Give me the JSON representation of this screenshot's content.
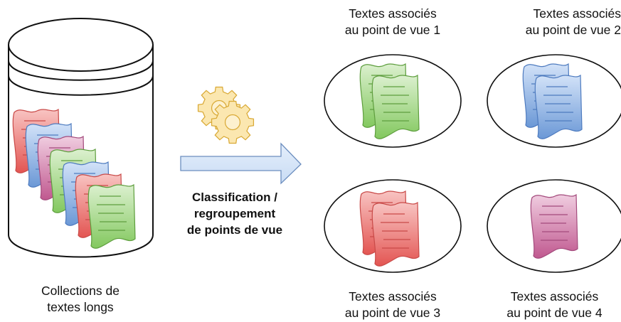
{
  "source": {
    "label_line1": "Collections de",
    "label_line2": "textes longs"
  },
  "process": {
    "line1": "Classification /",
    "line2": "regroupement",
    "line3": "de points de vue",
    "icon": "gears-icon"
  },
  "groups": [
    {
      "line1": "Textes associés",
      "line2": "au point de vue 1",
      "color": "green"
    },
    {
      "line1": "Textes associés",
      "line2": "au point de vue 2",
      "color": "blue"
    },
    {
      "line1": "Textes associés",
      "line2": "au point de vue 3",
      "color": "red"
    },
    {
      "line1": "Textes associés",
      "line2": "au point de vue 4",
      "color": "purple"
    }
  ],
  "colors": {
    "red": "#e8605d",
    "blue": "#6d9bd6",
    "purple": "#c36a9b",
    "green": "#8fcf6d",
    "arrow_fill": "#d6e6f8",
    "arrow_stroke": "#6c8ebf",
    "gear": "#f5d98e"
  }
}
